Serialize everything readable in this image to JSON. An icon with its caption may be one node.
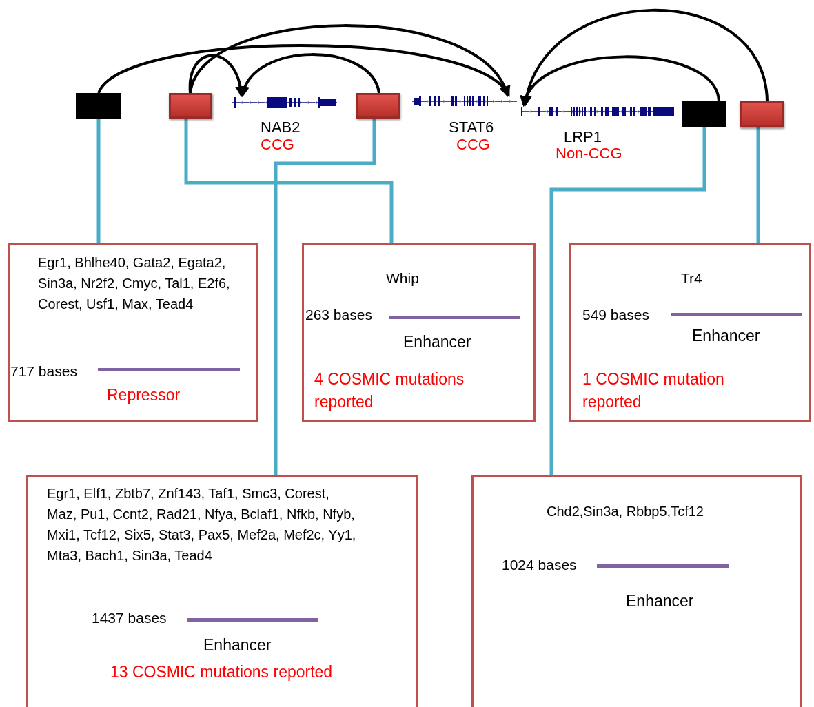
{
  "diagram": {
    "nodes": [
      {
        "text": [],
        "shape": "box"
      },
      {
        "text": [],
        "shape": "box"
      },
      {
        "text": [
          "NAB2",
          "CCG"
        ]
      },
      {
        "text": [],
        "shape": "box"
      },
      {
        "text": [
          "STAT6",
          "CCG"
        ]
      },
      {
        "text": [
          "LRP1",
          "Non-CCG"
        ]
      },
      {
        "text": [],
        "shape": "box"
      },
      {
        "text": [],
        "shape": "box"
      },
      {
        "text": [
          "Egr1, Bhlhe40, Gata2, Egata2, Sin3a, Nr2f2, Cmyc, Tal1, E2f6, Corest, Usf1, Max, Tead4",
          "717 bases",
          "Repressor"
        ]
      },
      {
        "text": [
          "Whip",
          "263 bases",
          "Enhancer",
          "4 COSMIC mutations reported"
        ]
      },
      {
        "text": [
          "Tr4",
          "549 bases",
          "Enhancer",
          "1 COSMIC mutation reported"
        ]
      },
      {
        "text": [
          "Egr1, Elf1, Zbtb7, Znf143, Taf1, Smc3, Corest, Maz, Pu1, Ccnt2, Rad21, Nfya, Bclaf1, Nfkb, Nfyb, Mxi1, Tcf12, Six5, Stat3, Pax5, Mef2a, Mef2c, Yy1, Mta3, Bach1, Sin3a, Tead4",
          "1437 bases",
          "Enhancer",
          "13 COSMIC mutations reported"
        ]
      },
      {
        "text": [
          "Chd2,Sin3a, Rbbp5,Tcf12",
          "1024 bases",
          "Enhancer"
        ]
      }
    ],
    "edges": [
      {
        "from": 0,
        "to": 4,
        "arrow": "to"
      },
      {
        "from": 1,
        "to": 2,
        "arrow": "to"
      },
      {
        "from": 1,
        "to": 4,
        "arrow": "to"
      },
      {
        "from": 3,
        "to": 2,
        "arrow": "to"
      },
      {
        "from": 6,
        "to": 5,
        "arrow": "to"
      },
      {
        "from": 7,
        "to": 5,
        "arrow": "to"
      },
      {
        "from": 0,
        "to": 8,
        "arrow": "none",
        "color": "#4bacc6"
      },
      {
        "from": 1,
        "to": 9,
        "arrow": "none",
        "color": "#4bacc6"
      },
      {
        "from": 3,
        "to": 11,
        "arrow": "none",
        "color": "#4bacc6"
      },
      {
        "from": 6,
        "to": 12,
        "arrow": "none",
        "color": "#4bacc6"
      },
      {
        "from": 7,
        "to": 10,
        "arrow": "none",
        "color": "#4bacc6"
      }
    ]
  }
}
